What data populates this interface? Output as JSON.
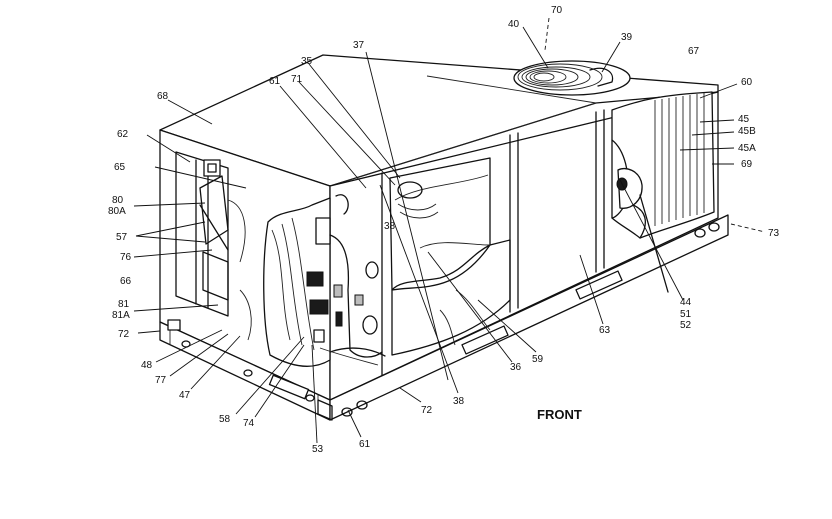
{
  "front_label": "FRONT",
  "labels": [
    {
      "id": "70",
      "text": "70"
    },
    {
      "id": "40",
      "text": "40"
    },
    {
      "id": "39",
      "text": "39"
    },
    {
      "id": "67",
      "text": "67"
    },
    {
      "id": "37",
      "text": "37"
    },
    {
      "id": "35",
      "text": "35"
    },
    {
      "id": "71",
      "text": "71"
    },
    {
      "id": "61a",
      "text": "61"
    },
    {
      "id": "68",
      "text": "68"
    },
    {
      "id": "60",
      "text": "60"
    },
    {
      "id": "45",
      "text": "45"
    },
    {
      "id": "45B",
      "text": "45B"
    },
    {
      "id": "45A",
      "text": "45A"
    },
    {
      "id": "69",
      "text": "69"
    },
    {
      "id": "62",
      "text": "62"
    },
    {
      "id": "65",
      "text": "65"
    },
    {
      "id": "80",
      "text": "80"
    },
    {
      "id": "80A",
      "text": "80A"
    },
    {
      "id": "57",
      "text": "57"
    },
    {
      "id": "76",
      "text": "76"
    },
    {
      "id": "66",
      "text": "66"
    },
    {
      "id": "81",
      "text": "81"
    },
    {
      "id": "81A",
      "text": "81A"
    },
    {
      "id": "72a",
      "text": "72"
    },
    {
      "id": "48",
      "text": "48"
    },
    {
      "id": "77",
      "text": "77"
    },
    {
      "id": "47",
      "text": "47"
    },
    {
      "id": "58",
      "text": "58"
    },
    {
      "id": "74",
      "text": "74"
    },
    {
      "id": "53",
      "text": "53"
    },
    {
      "id": "61b",
      "text": "61"
    },
    {
      "id": "72b",
      "text": "72"
    },
    {
      "id": "38a",
      "text": "38"
    },
    {
      "id": "36",
      "text": "36"
    },
    {
      "id": "38b",
      "text": "38"
    },
    {
      "id": "59",
      "text": "59"
    },
    {
      "id": "63",
      "text": "63"
    },
    {
      "id": "44",
      "text": "44"
    },
    {
      "id": "51",
      "text": "51"
    },
    {
      "id": "52",
      "text": "52"
    },
    {
      "id": "73",
      "text": "73"
    }
  ]
}
